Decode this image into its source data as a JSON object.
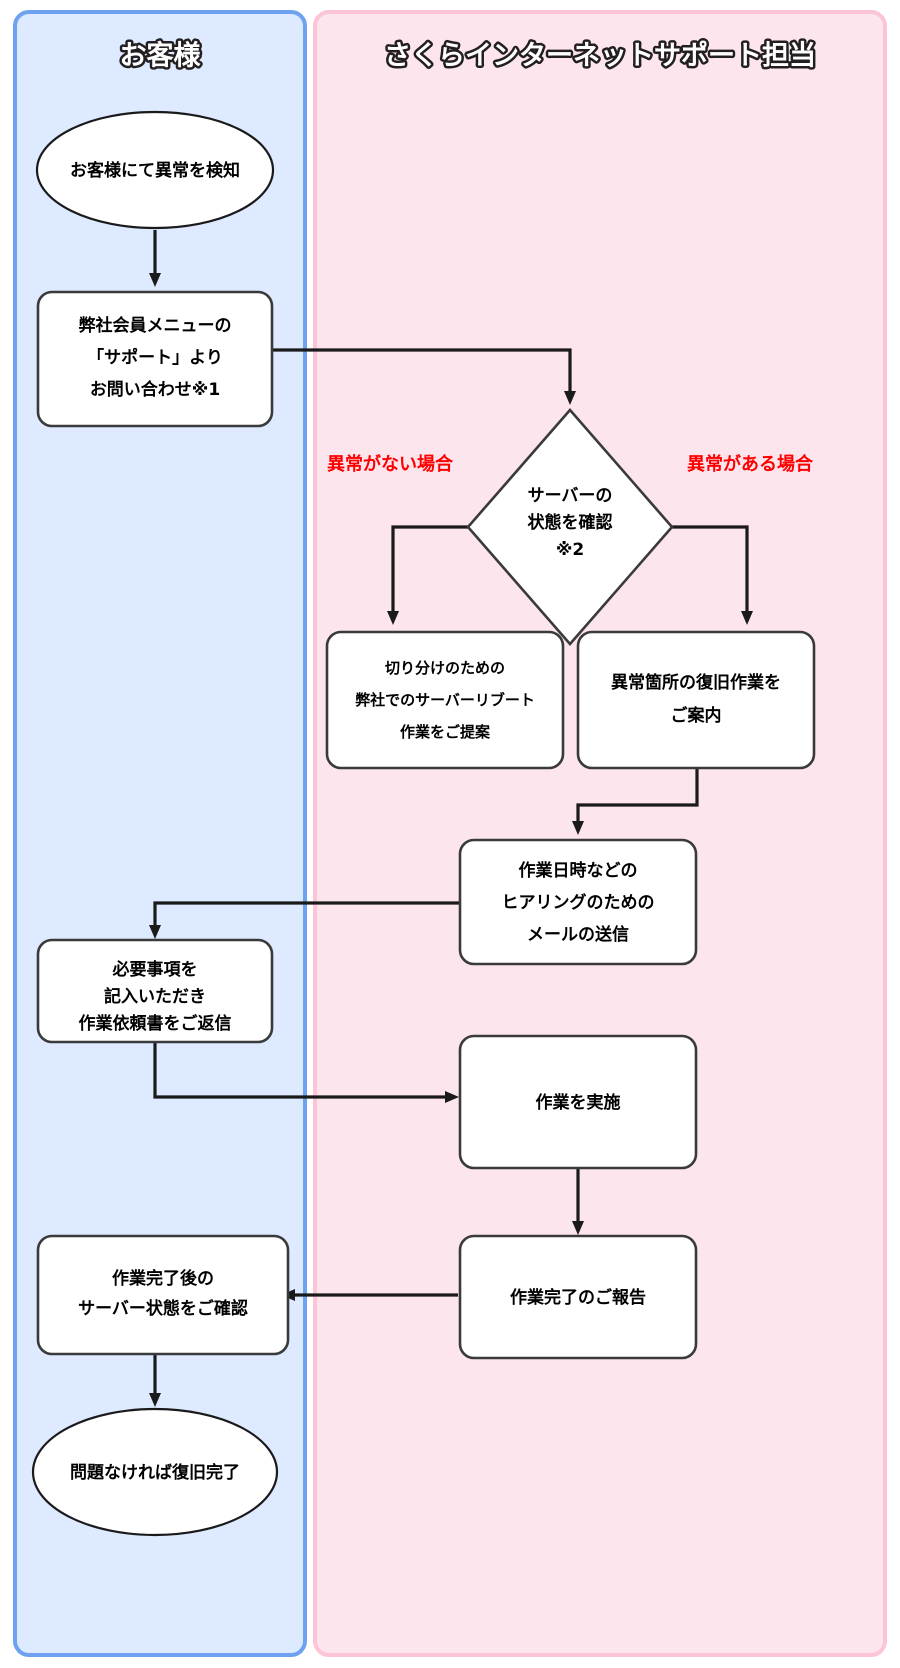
{
  "diagram": {
    "title_left": "お客様",
    "title_right": "さくらインターネットサポート担当",
    "colors": {
      "lane_left_fill": "#ddeaff",
      "lane_left_border": "#6ea2f0",
      "lane_right_fill": "#fce5ec",
      "lane_right_border": "#fcc4d6",
      "node_fill": "#ffffff",
      "node_border": "#3a3a3a",
      "edge": "#1a1a1a",
      "condition_text": "#ff0000",
      "title_text": "#ffffff",
      "title_outline": "#231f20"
    }
  },
  "lanes": [
    {
      "id": "customer",
      "label": "お客様"
    },
    {
      "id": "support",
      "label": "さくらインターネットサポート担当"
    }
  ],
  "nodes": {
    "start": {
      "shape": "ellipse",
      "lane": "customer",
      "lines": [
        "お客様にて異常を検知"
      ]
    },
    "inquiry": {
      "shape": "process",
      "lane": "customer",
      "lines": [
        "弊社会員メニューの",
        "「サポート」より",
        "お問い合わせ※1"
      ]
    },
    "check": {
      "shape": "decision",
      "lane": "support",
      "lines": [
        "サーバーの",
        "状態を確認",
        "※2"
      ]
    },
    "reboot": {
      "shape": "process",
      "lane": "support",
      "lines": [
        "切り分けのための",
        "弊社でのサーバーリブート",
        "作業をご提案"
      ]
    },
    "repair": {
      "shape": "process",
      "lane": "support",
      "lines": [
        "異常箇所の復旧作業を",
        "ご案内"
      ]
    },
    "mail": {
      "shape": "process",
      "lane": "support",
      "lines": [
        "作業日時などの",
        "ヒアリングのための",
        "メールの送信"
      ]
    },
    "reply": {
      "shape": "process",
      "lane": "customer",
      "lines": [
        "必要事項を",
        "記入いただき",
        "作業依頼書をご返信"
      ]
    },
    "work": {
      "shape": "process",
      "lane": "support",
      "lines": [
        "作業を実施"
      ]
    },
    "report": {
      "shape": "process",
      "lane": "support",
      "lines": [
        "作業完了のご報告"
      ]
    },
    "confirm": {
      "shape": "process",
      "lane": "customer",
      "lines": [
        "作業完了後の",
        "サーバー状態をご確認"
      ]
    },
    "end": {
      "shape": "ellipse",
      "lane": "customer",
      "lines": [
        "問題なければ復旧完了"
      ]
    }
  },
  "conditions": {
    "no_error": "異常がない場合",
    "has_error": "異常がある場合"
  },
  "node_text": {
    "start_l1": "お客様にて異常を検知",
    "inquiry_l1": "弊社会員メニューの",
    "inquiry_l2": "「サポート」より",
    "inquiry_l3": "お問い合わせ※1",
    "check_l1": "サーバーの",
    "check_l2": "状態を確認",
    "check_l3": "※2",
    "reboot_l1": "切り分けのための",
    "reboot_l2": "弊社でのサーバーリブート",
    "reboot_l3": "作業をご提案",
    "repair_l1": "異常箇所の復旧作業を",
    "repair_l2": "ご案内",
    "mail_l1": "作業日時などの",
    "mail_l2": "ヒアリングのための",
    "mail_l3": "メールの送信",
    "reply_l1": "必要事項を",
    "reply_l2": "記入いただき",
    "reply_l3": "作業依頼書をご返信",
    "work_l1": "作業を実施",
    "report_l1": "作業完了のご報告",
    "confirm_l1": "作業完了後の",
    "confirm_l2": "サーバー状態をご確認",
    "end_l1": "問題なければ復旧完了"
  }
}
